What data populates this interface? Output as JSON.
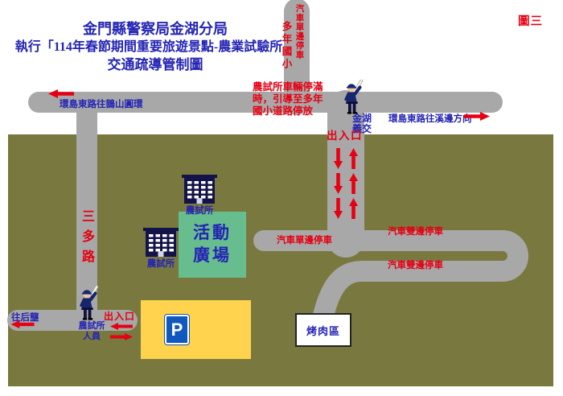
{
  "figure_label": "圖三",
  "title": {
    "line1": "金門縣警察局金湖分局",
    "line2": "執行「114年春節期間重要旅遊景點-農業試驗所」",
    "line3": "交通疏導管制圖"
  },
  "colors": {
    "blue": "#2424b4",
    "red": "#e60012",
    "olive": "#79793f",
    "green": "#68bd8f",
    "yellow": "#ffd34d",
    "road": "#a8a8a8",
    "sign_blue": "#1058c0"
  },
  "top_road": {
    "west_label": "環島東路往鵲山圓環",
    "east_label": "環島東路往溪邊方向"
  },
  "school_road": {
    "school_label": "多年國小",
    "parking_label": "汽車單邊停車"
  },
  "overflow_note": {
    "line1": "農試所車輛停滿",
    "line2": "時，引導至多年",
    "line3": "國小道路停放"
  },
  "traffic_post": {
    "label": "金湖義交"
  },
  "main_entrance": {
    "label": "出入口"
  },
  "sandou_road": {
    "label": "三多路"
  },
  "houlong": {
    "label": "往后壟"
  },
  "inner_roads": {
    "single_side_label": "汽車單邊停車",
    "double_side_label_1": "汽車雙邊停車",
    "double_side_label_2": "汽車雙邊停車"
  },
  "buildings": {
    "farm_1": "農試所",
    "farm_2": "農試所"
  },
  "plaza": {
    "line1": "活動",
    "line2": "廣場"
  },
  "bbq": {
    "label": "烤肉區"
  },
  "parking_lot": {
    "sign": "P"
  },
  "staff_entrance": {
    "gate_label": "出入口",
    "who_line1": "農試所",
    "who_line2": "人員"
  }
}
